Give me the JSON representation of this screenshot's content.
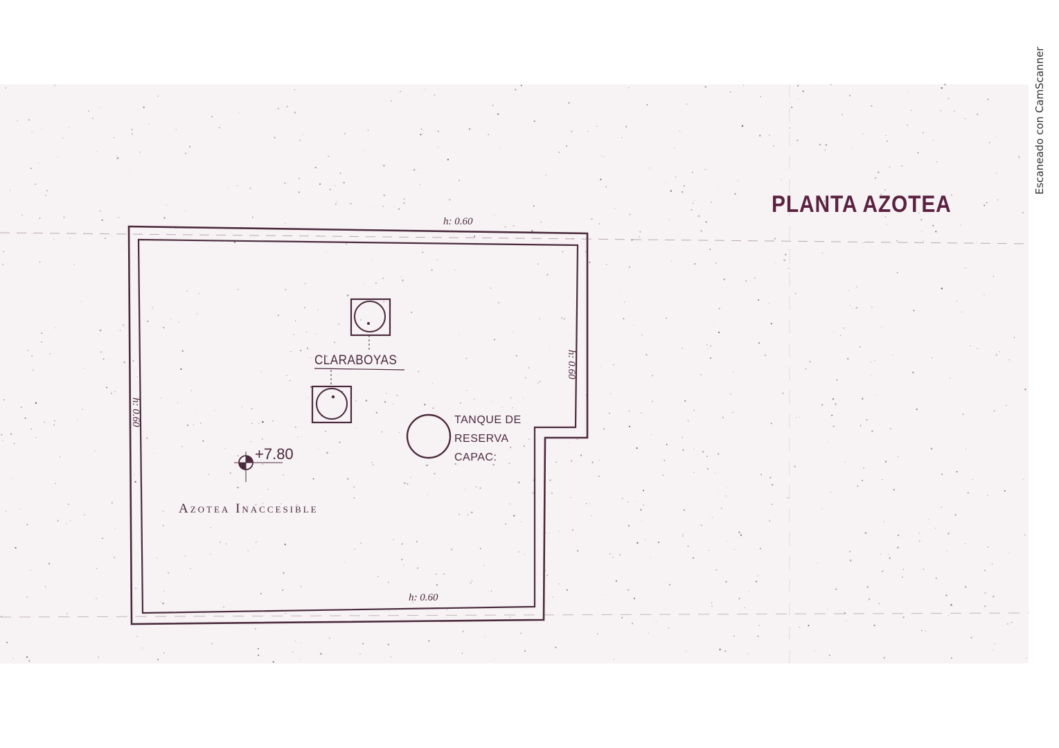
{
  "drawing": {
    "title": "PLANTA AZOTEA",
    "skylights_label": "CLARABOYAS",
    "tank_label": "TANQUE DE\nRESERVA\nCAPAC:",
    "level_mark": "+7.80",
    "roof_label": "Azotea Inaccesible",
    "parapet_heights": {
      "top": "h: 0.60",
      "bottom": "h: 0.60",
      "left": "h: 0.60",
      "right": "h: 0.60"
    }
  },
  "watermark": "Escaneado con CamScanner",
  "colors": {
    "ink": "#4a2a3c",
    "title_ink": "#5a2240",
    "paper": "#f7f2f4",
    "background": "#ffffff"
  }
}
